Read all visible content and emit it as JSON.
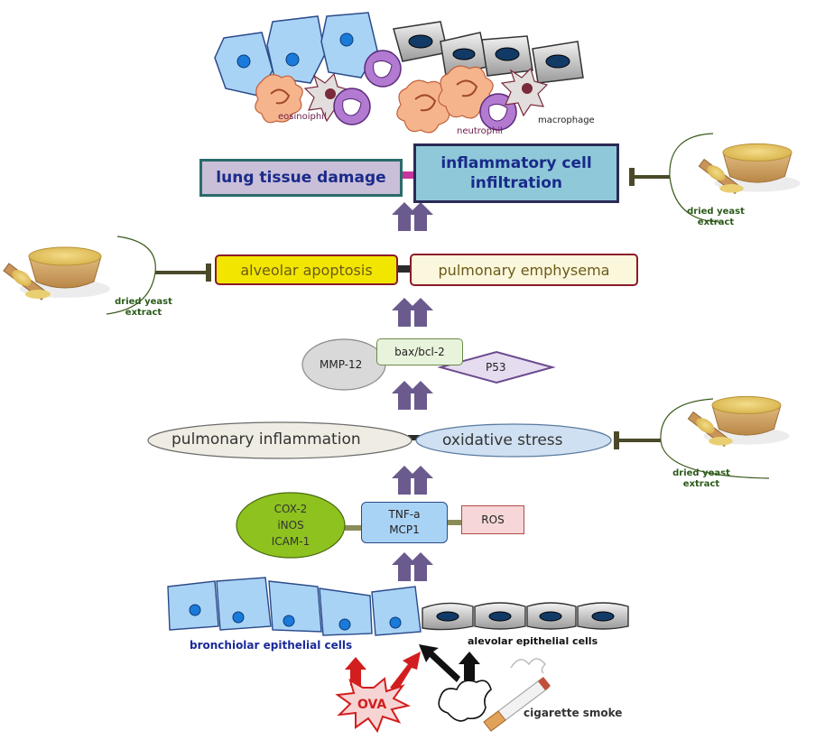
{
  "cells_top": {
    "eosinophil": "eosinoiphil",
    "neutrophil": "neutrophil",
    "macrophage": "macrophage"
  },
  "boxes": {
    "lung_damage": "lung tissue damage",
    "infiltration_line1": "inflammatory cell",
    "infiltration_line2": "infiltration",
    "apoptosis": "alveolar apoptosis",
    "emphysema": "pulmonary emphysema",
    "mmp12": "MMP-12",
    "bax": "bax/bcl-2",
    "p53": "P53",
    "inflammation": "pulmonary inflammation",
    "oxidative": "oxidative stress",
    "cox2": "COX-2",
    "inos": "iNOS",
    "icam": "ICAM-1",
    "tnf": "TNF-a",
    "mcp1": "MCP1",
    "ros": "ROS"
  },
  "yeast": {
    "line1": "dried yeast",
    "line2": "extract"
  },
  "bottom": {
    "bronchiolar": "bronchiolar epithelial cells",
    "alveolar": "alevolar epithelial cells",
    "ova": "OVA",
    "smoke": "cigarette smoke"
  },
  "colors": {
    "arrow": "#6b5a8e",
    "inhibitor": "#4a4a2a",
    "apoptosis_fill": "#f2e600",
    "infiltration_fill": "#8fc9d9",
    "lung_fill": "#c9bfd9",
    "cox_fill": "#8ec21f",
    "tnf_fill": "#a9d3f5",
    "ros_fill": "#f6d6d6"
  }
}
